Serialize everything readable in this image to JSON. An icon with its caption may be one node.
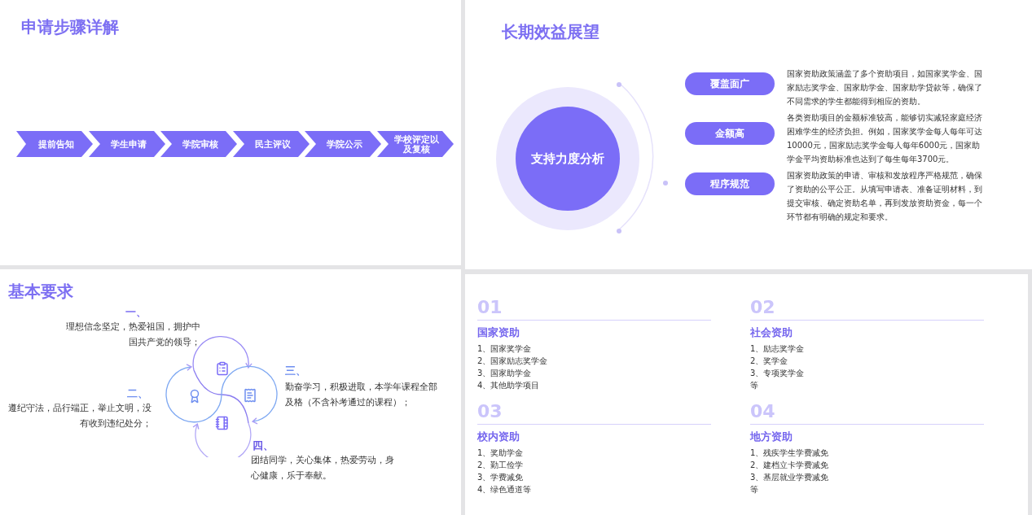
{
  "diagram": {
    "nodes": [
      {
        "text": [
          "申请步骤详解"
        ]
      },
      {
        "text": [
          "提前告知"
        ],
        "in": 0
      },
      {
        "text": [
          "学生申请"
        ],
        "in": 0
      },
      {
        "text": [
          "学院审核"
        ],
        "in": 0
      },
      {
        "text": [
          "民主评议"
        ],
        "in": 0
      },
      {
        "text": [
          "学院公示"
        ],
        "in": 0
      },
      {
        "text": [
          "学校评定以及复核"
        ],
        "in": 0
      },
      {
        "text": [
          "长期效益展望"
        ]
      },
      {
        "text": [
          "支持力度分析"
        ],
        "in": 7
      },
      {
        "text": [
          "覆盖面广"
        ],
        "in": 7,
        "beside": [
          "国家资助政策涵盖了多个资助项目，如国家奖学金、国家励志奖学金、国家助学金、国家助学贷款等，确保了不同需求的学生都能得到相应的资助。"
        ]
      },
      {
        "text": [
          "金额高"
        ],
        "in": 7,
        "beside": [
          "各类资助项目的金额标准较高，能够切实减轻家庭经济困难学生的经济负担。例如，国家奖学金每人每年可达10000元，国家励志奖学金每人每年6000元，国家助学金平均资助标准也达到了每生每年3700元。"
        ]
      },
      {
        "text": [
          "程序规范"
        ],
        "in": 7,
        "beside": [
          "国家资助政策的申请、审核和发放程序严格规范，确保了资助的公平公正。从填写申请表、准备证明材料，到提交审核、确定资助名单，再到发放资助资金，每一个环节都有明确的规定和要求。"
        ]
      },
      {
        "text": [
          "基本要求"
        ]
      },
      {
        "text": [],
        "shape": "box"
      },
      {
        "text": [
          "01",
          "国家资助",
          "1、国家奖学金",
          "2、国家励志奖学金",
          "3、国家助学金",
          "4、其他助学项目"
        ],
        "in": 13
      },
      {
        "text": [
          "02",
          "社会资助",
          "1、励志奖学金",
          "2、奖学金",
          "3、专项奖学金",
          "等"
        ],
        "in": 13
      },
      {
        "text": [
          "03",
          "校内资助",
          "1、奖助学金",
          "2、勤工俭学",
          "3、学费减免",
          "4、绿色通道等"
        ],
        "in": 13
      },
      {
        "text": [
          "04",
          "地方资助",
          "1、残疾学生学费减免",
          "2、建档立卡学费减免",
          "3、基层就业学费减免",
          "等"
        ],
        "in": 13
      }
    ],
    "edges": [],
    "labels": [
      "一、",
      "理想信念坚定，热爱祖国，拥护中国共产党的领导；",
      "二、",
      "遵纪守法，品行端正，举止文明，没有收到违纪处分；",
      "三、",
      "勤奋学习，积极进取，本学年课程全部及格（不含补考通过的课程）；",
      "四、",
      "团结同学，关心集体，热爱劳动，身心健康，乐于奉献。"
    ]
  }
}
